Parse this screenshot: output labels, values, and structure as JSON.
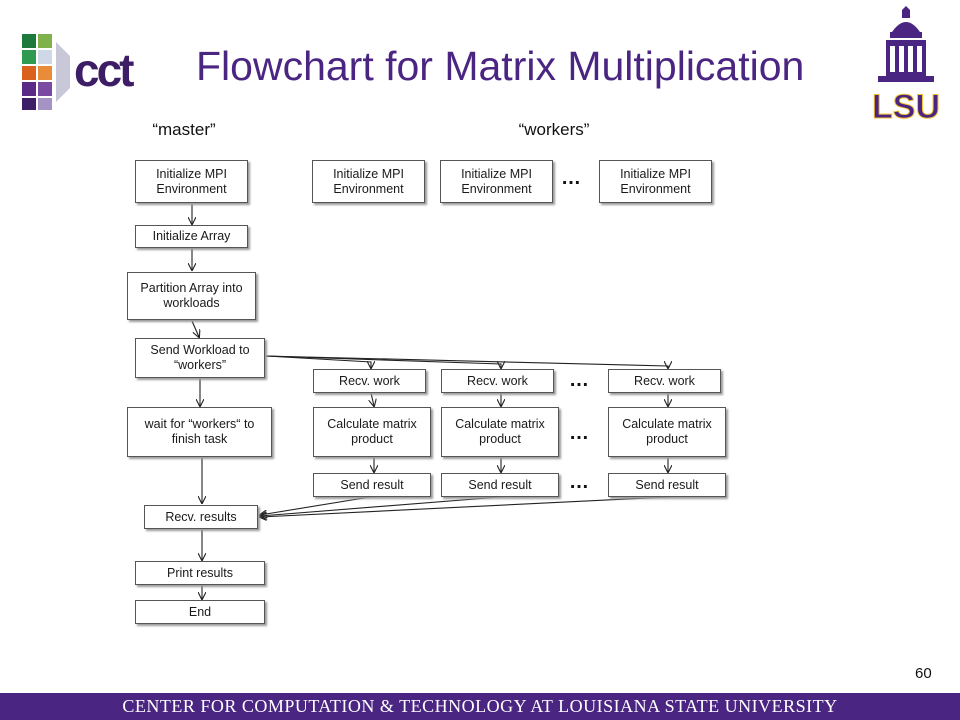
{
  "title": "Flowchart for Matrix Multiplication",
  "logos": {
    "cct_text": "cct",
    "lsu_text": "LSU"
  },
  "columns": {
    "master": "“master”",
    "workers": "“workers”"
  },
  "master_steps": {
    "init_mpi": "Initialize MPI Environment",
    "init_array": "Initialize Array",
    "partition": "Partition Array into workloads",
    "send_workload": "Send Workload to “workers”",
    "wait": "wait for “workers“ to finish task",
    "recv_results": "Recv. results",
    "print_results": "Print results",
    "end": "End"
  },
  "worker_steps": {
    "init_mpi": "Initialize MPI Environment",
    "recv_work": "Recv. work",
    "calculate": "Calculate matrix product",
    "send_result": "Send result"
  },
  "ellipsis": "…",
  "page_number": "60",
  "footer": "CENTER FOR COMPUTATION & TECHNOLOGY AT LOUISIANA STATE UNIVERSITY",
  "colors": {
    "brand_purple": "#4b2582",
    "lsu_gold": "#f2c230"
  }
}
